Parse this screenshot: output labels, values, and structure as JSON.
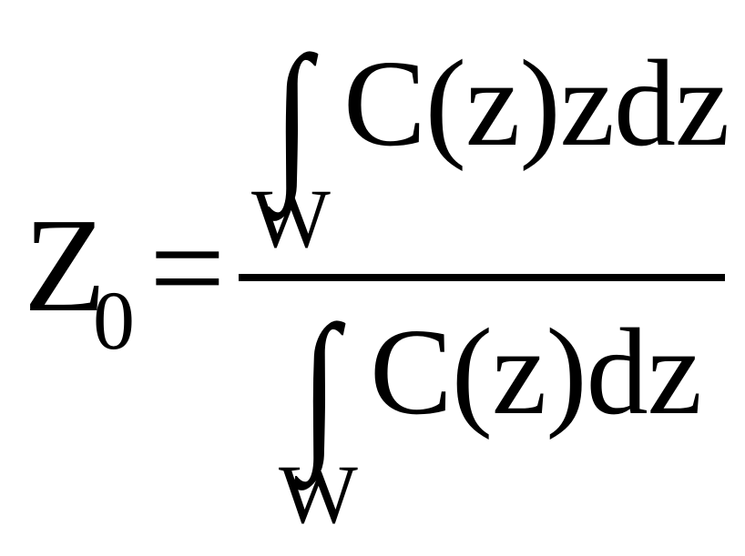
{
  "formula": {
    "lhs_symbol": "Z",
    "lhs_subscript": "0",
    "equals": "=",
    "numerator": {
      "integral_sign": "∫",
      "integrand": "C(z)zdz",
      "lower_limit": "W"
    },
    "denominator": {
      "integral_sign": "∫",
      "integrand": "C(z)dz",
      "lower_limit": "W"
    }
  }
}
